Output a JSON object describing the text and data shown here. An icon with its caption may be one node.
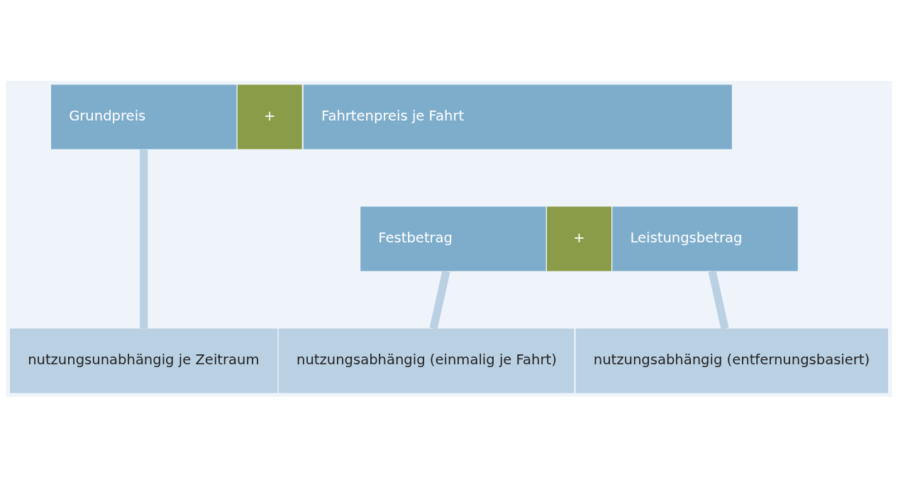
{
  "diagram": {
    "nodes": [
      {
        "text": [
          "Grundpreis"
        ]
      },
      {
        "text": [
          "+"
        ]
      },
      {
        "text": [
          "Fahrtenpreis je Fahrt"
        ]
      },
      {
        "text": [
          "Festbetrag"
        ]
      },
      {
        "text": [
          "+"
        ]
      },
      {
        "text": [
          "Leistungsbetrag"
        ]
      },
      {
        "text": [
          "nutzungsunabhängig je Zeitraum"
        ]
      },
      {
        "text": [
          "nutzungsabhängig (einmalig je Fahrt)"
        ]
      },
      {
        "text": [
          "nutzungsabhängig (entfernungsbasiert)"
        ]
      }
    ],
    "edges": [
      {
        "from": 0,
        "to": 6,
        "arrow": "none"
      },
      {
        "from": 3,
        "to": 7,
        "arrow": "none"
      },
      {
        "from": 5,
        "to": 8,
        "arrow": "none"
      }
    ]
  }
}
